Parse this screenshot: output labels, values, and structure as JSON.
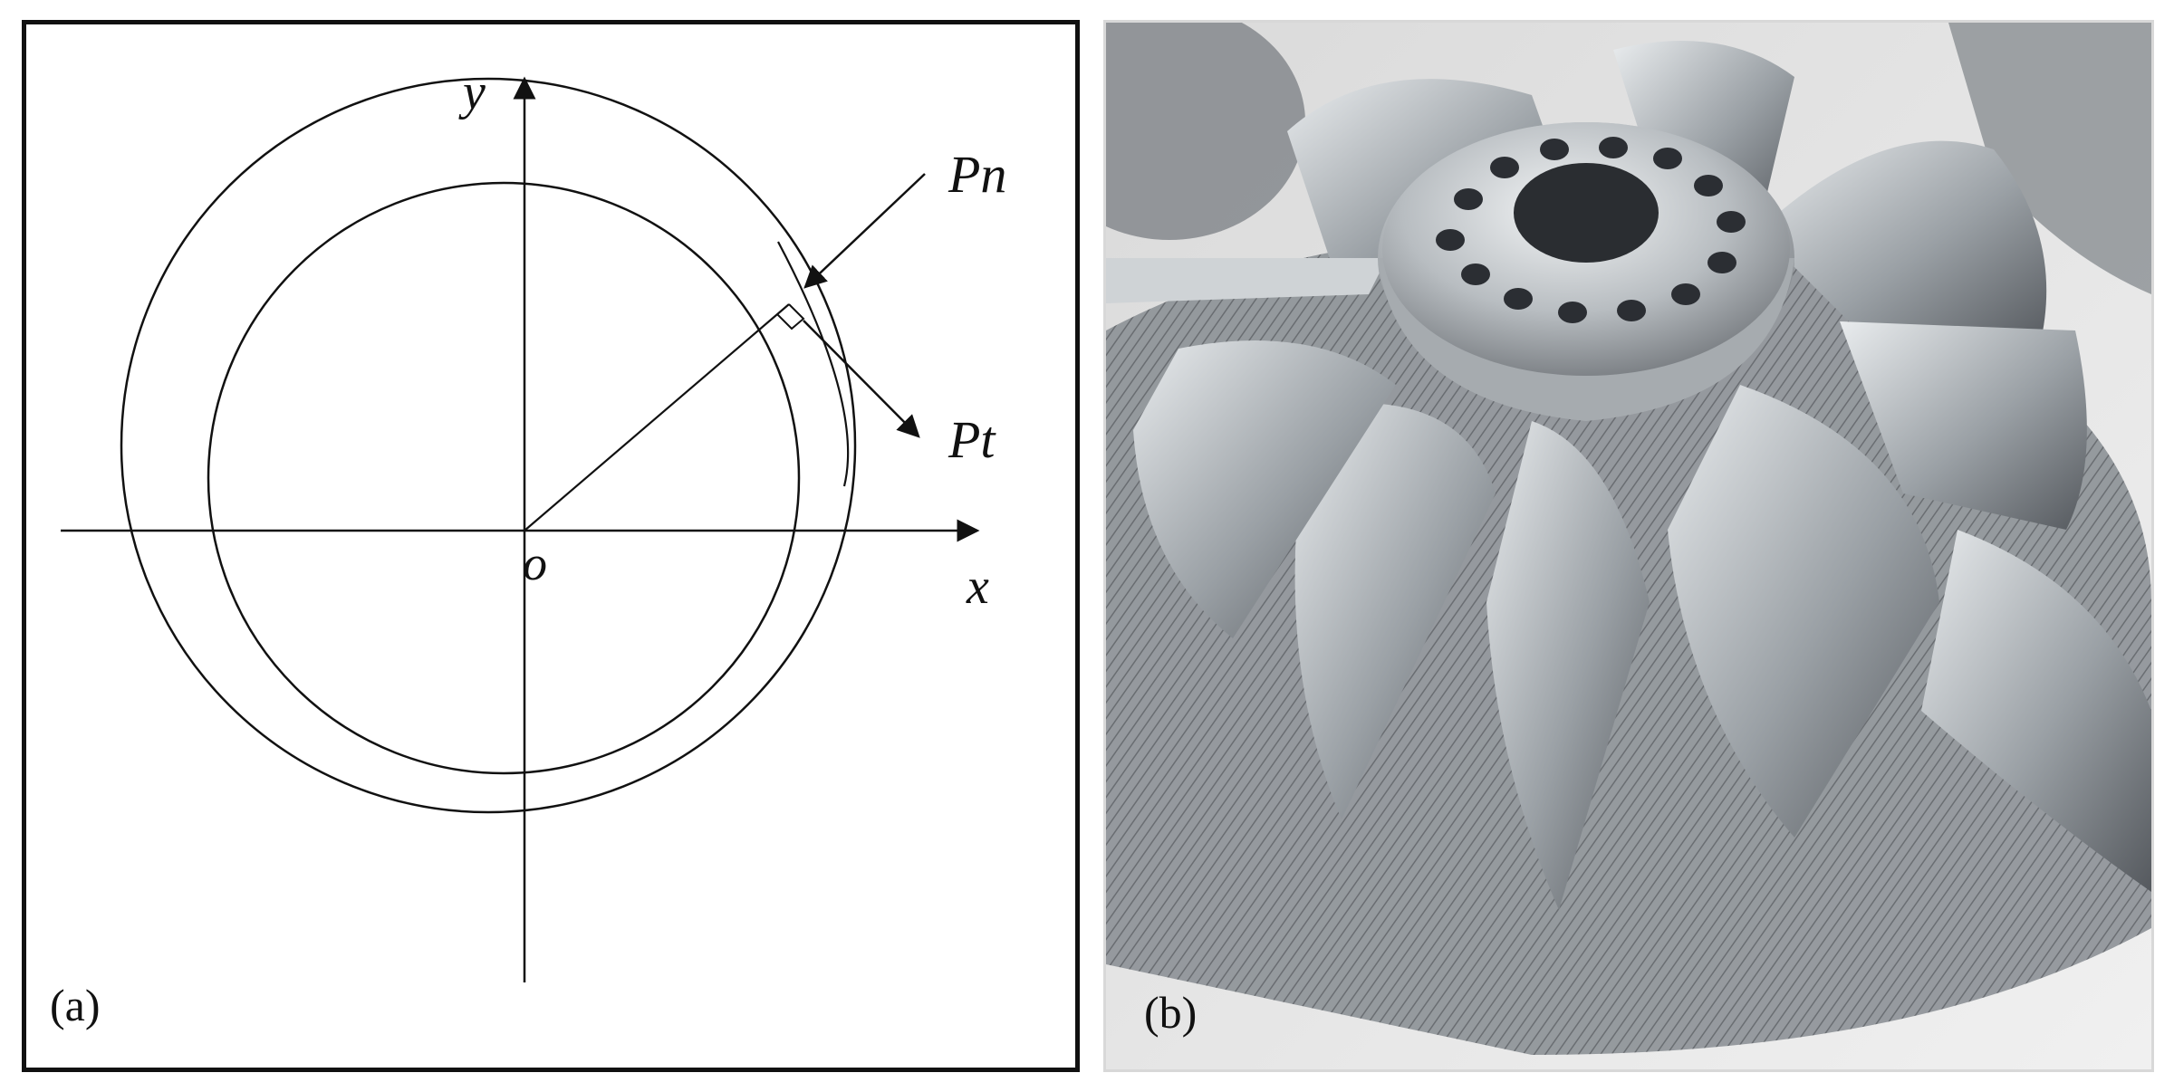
{
  "panel_a": {
    "tag": "(a)",
    "y_axis_label": "y",
    "x_axis_label": "x",
    "origin_label": "o",
    "normal_force_label": "Pn",
    "tangential_force_label": "Pt"
  },
  "panel_b": {
    "tag": "(b)",
    "photo": "impeller-photo"
  },
  "colors": {
    "line": "#111111",
    "metal_light": "#d9dde0",
    "metal_dark": "#5d6166",
    "background_photo": "#e9e9e9"
  }
}
